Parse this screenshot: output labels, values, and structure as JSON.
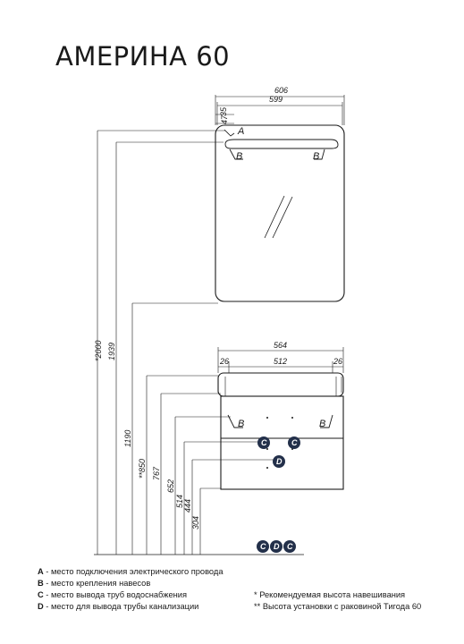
{
  "title": "АМЕРИНА 60",
  "mirror": {
    "width_total": "606",
    "width_inner": "599",
    "top_offset_1": "35",
    "top_offset_2": "47",
    "marker_a": "A",
    "marker_b": "B"
  },
  "cabinet": {
    "width_total": "564",
    "width_inner": "512",
    "side_left": "26",
    "side_right": "26",
    "marker_b": "B",
    "marker_c": "C",
    "marker_d": "D"
  },
  "heights": [
    "*2000",
    "1939",
    "1190",
    "**850",
    "767",
    "652",
    "514",
    "444",
    "304"
  ],
  "legend": [
    {
      "key": "A",
      "text": " - место подключения электрического провода"
    },
    {
      "key": "B",
      "text": " - место крепления навесов"
    },
    {
      "key": "C",
      "text": " - место вывода труб водоснабжения"
    },
    {
      "key": "D",
      "text": " - место для вывода трубы канализации"
    }
  ],
  "notes": [
    "* Рекомендуемая высота навешивания",
    "** Высота установки с раковиной Тигода 60"
  ]
}
